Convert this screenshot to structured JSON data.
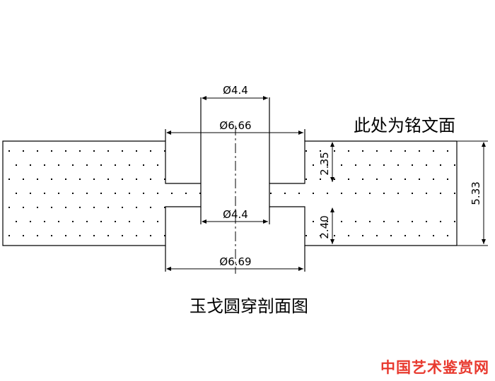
{
  "diagram": {
    "dimensions": {
      "top_hole_diameter": "Ø4.4",
      "upper_counterbore_diameter": "Ø6.66",
      "bottom_hole_diameter": "Ø4.4",
      "lower_counterbore_diameter": "Ø6.69",
      "upper_depth": "2.35",
      "lower_depth": "2.40",
      "total_thickness": "5.33"
    },
    "inscription_note": "此处为铭文面",
    "caption": "玉戈圆穿剖面图"
  },
  "watermark": {
    "text": "中国艺术鉴赏网",
    "color": "#e8392e"
  }
}
